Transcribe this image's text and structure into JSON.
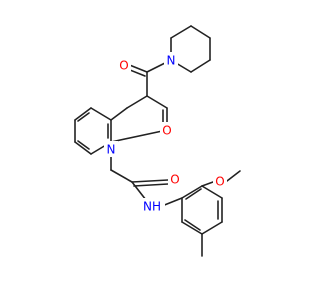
{
  "molecule": {
    "atom_labels": {
      "ketone_oxygen": "O",
      "piperidine_nitrogen": "N",
      "lactam_oxygen": "O",
      "quinolinone_nitrogen": "N",
      "amide_oxygen": "O",
      "methoxy_oxygen": "O",
      "amide_nitrogen_h": "NH"
    }
  },
  "colors": {
    "bond": "#222222",
    "oxygen": "#ff0000",
    "nitrogen": "#0000ff",
    "background": "#ffffff"
  }
}
